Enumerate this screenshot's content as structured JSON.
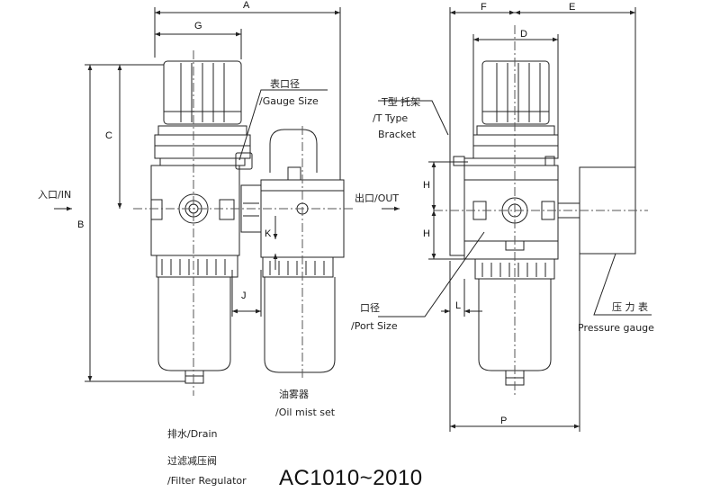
{
  "dimensions": {
    "A": "A",
    "G": "G",
    "C": "C",
    "B": "B",
    "J": "J",
    "K": "K",
    "F": "F",
    "E": "E",
    "D": "D",
    "H1": "H",
    "H2": "H",
    "L": "L",
    "P": "P"
  },
  "labels": {
    "gauge_size_cn": "表口径",
    "gauge_size_en": "/Gauge Size",
    "inlet": "入口/IN",
    "outlet": "出口/OUT",
    "t_bracket_cn": "T型 托架",
    "t_bracket_en": "/T Type",
    "t_bracket_en2": "Bracket",
    "port_size_cn": "口径",
    "port_size_en": "/Port Size",
    "pressure_gauge_cn": "压 力 表",
    "pressure_gauge_en": "Pressure gauge",
    "oil_mist_cn": "油雾器",
    "oil_mist_en": "/Oil mist set",
    "drain": "排水/Drain",
    "filter_reg_cn": "过滤减压阀",
    "filter_reg_en": "/Filter Regulator",
    "model": "AC1010~2010"
  }
}
